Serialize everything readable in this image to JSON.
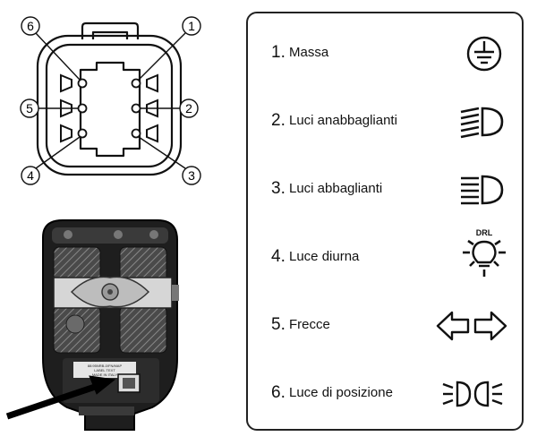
{
  "connector": {
    "pin_labels": [
      "1",
      "2",
      "3",
      "4",
      "5",
      "6"
    ]
  },
  "photo": {
    "label_line1": "88:95NRB-0/FN/MAP",
    "label_line2": "LABEL TEXT",
    "label_line3": "MADE IN ITALY"
  },
  "legend": {
    "items": [
      {
        "num": "1.",
        "label": "Massa",
        "icon": "ground-icon"
      },
      {
        "num": "2.",
        "label": "Luci anabbaglianti",
        "icon": "low-beam-icon"
      },
      {
        "num": "3.",
        "label": "Luci abbaglianti",
        "icon": "high-beam-icon"
      },
      {
        "num": "4.",
        "label": "Luce diurna",
        "icon": "drl-icon",
        "icon_text": "DRL"
      },
      {
        "num": "5.",
        "label": "Frecce",
        "icon": "turn-signal-icon"
      },
      {
        "num": "6.",
        "label": "Luce di posizione",
        "icon": "position-light-icon"
      }
    ]
  }
}
